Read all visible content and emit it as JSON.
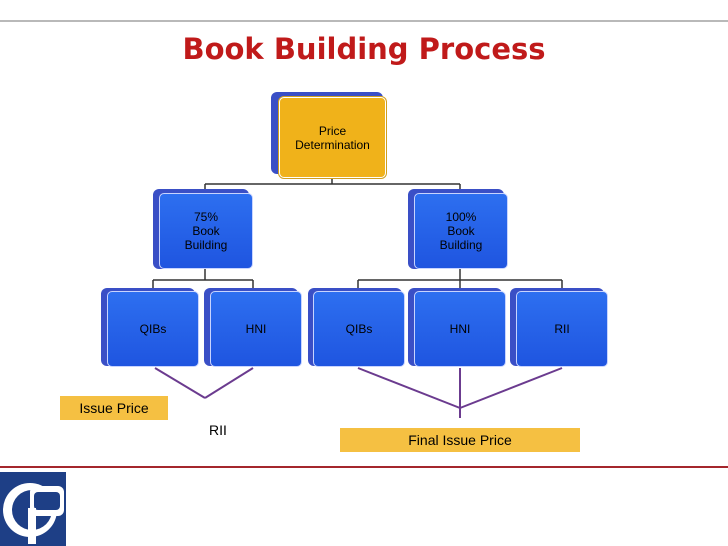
{
  "title": "Book Building Process",
  "root": {
    "line1": "Price",
    "line2": "Determination"
  },
  "left": {
    "head": {
      "line1": "75%",
      "line2": "Book",
      "line3": "Building"
    },
    "children": [
      "QIBs",
      "HNI"
    ]
  },
  "right": {
    "head": {
      "line1": "100%",
      "line2": "Book",
      "line3": "Building"
    },
    "children": [
      "QIBs",
      "HNI",
      "RII"
    ]
  },
  "labels": {
    "issue_price": "Issue Price",
    "rii": "RII",
    "final_issue_price": "Final Issue Price"
  },
  "colors": {
    "title": "#c01a1a",
    "node_fill": "#2563eb",
    "root_fill": "#f0b21a",
    "label_fill": "#f5c042",
    "connector_purple": "#6b3b8f"
  },
  "logo_icon": "company-logo-icon"
}
